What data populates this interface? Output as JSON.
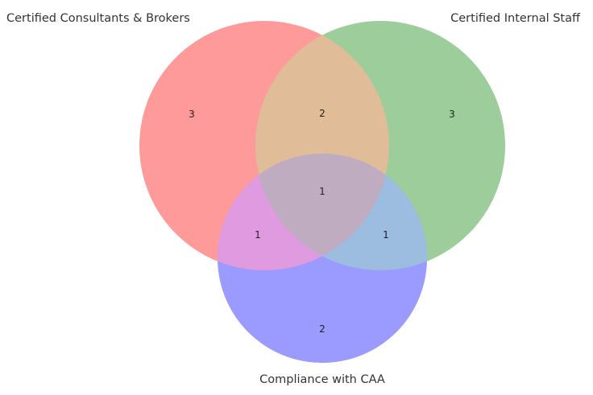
{
  "diagram": {
    "type": "venn3",
    "sets": [
      {
        "id": "A",
        "label": "Certified Consultants & Brokers",
        "color": "#ff8080"
      },
      {
        "id": "B",
        "label": "Certified Internal Staff",
        "color": "#80c080"
      },
      {
        "id": "C",
        "label": "Compliance with CAA",
        "color": "#8080ff"
      }
    ],
    "regions": {
      "A_only": "3",
      "B_only": "3",
      "C_only": "2",
      "AB": "2",
      "AC": "1",
      "BC": "1",
      "ABC": "1"
    }
  }
}
